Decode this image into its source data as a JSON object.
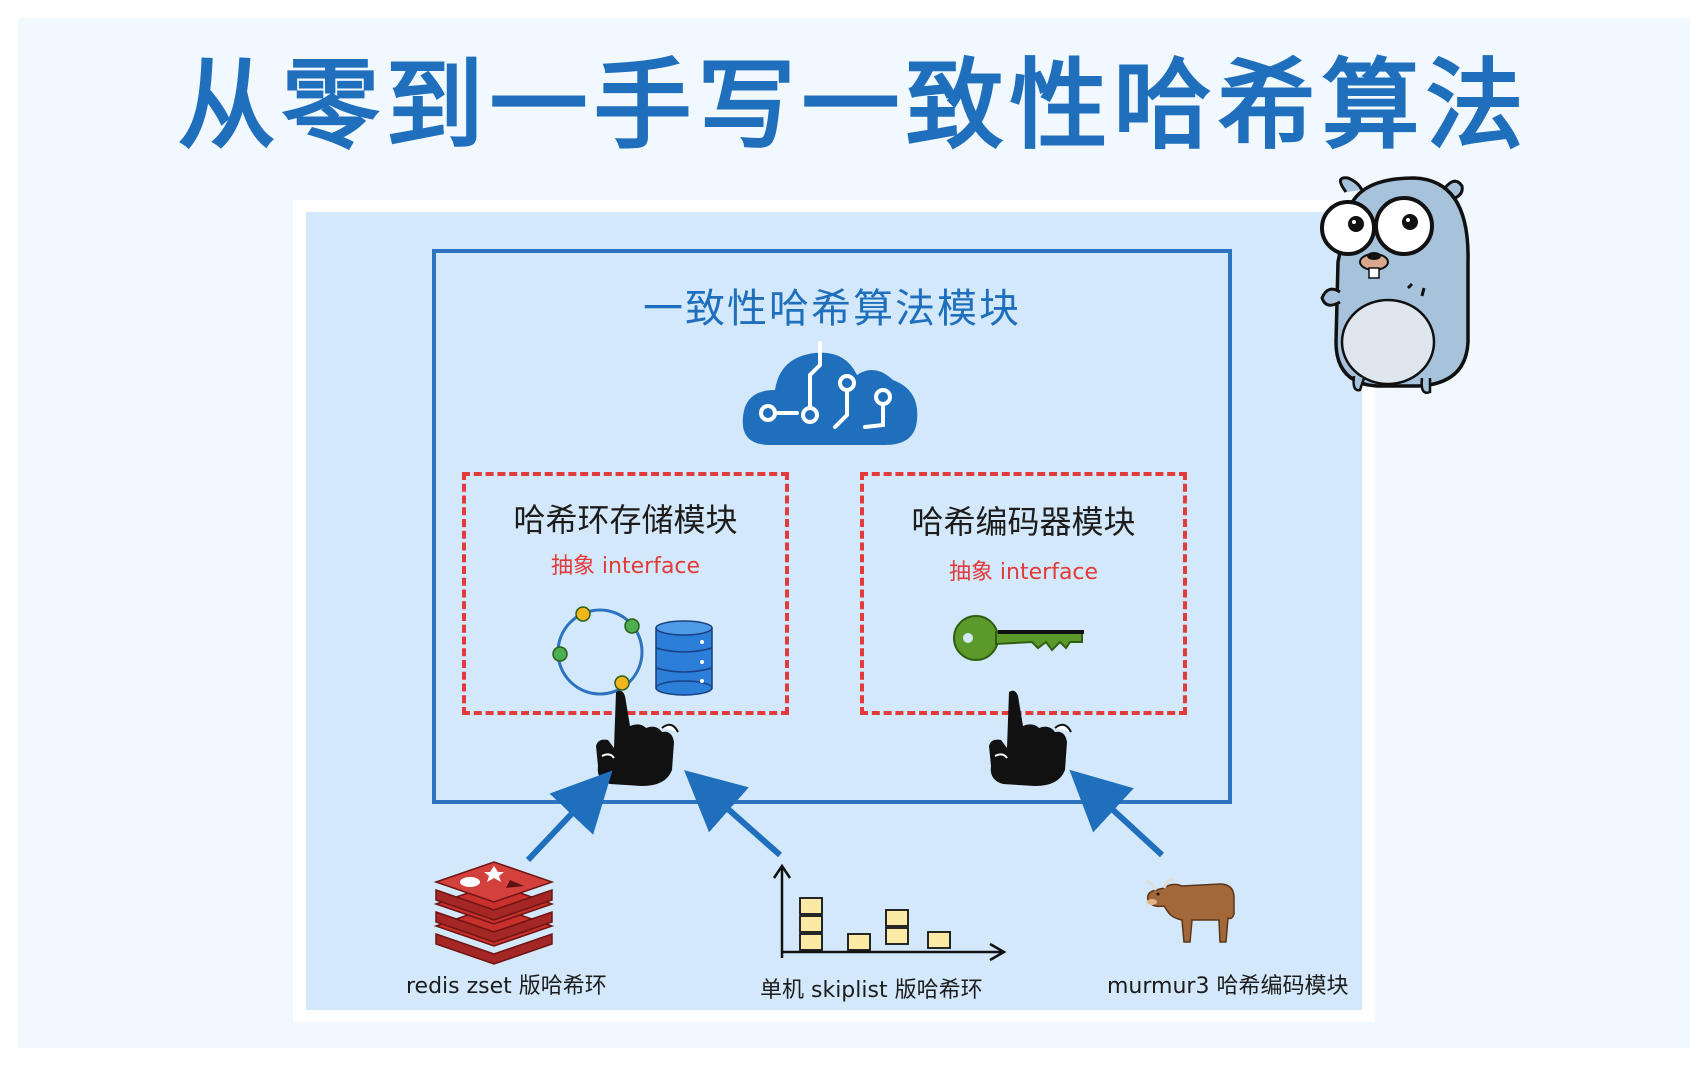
{
  "page": {
    "title": "从零到一手写一致性哈希算法"
  },
  "module": {
    "title": "一致性哈希算法模块"
  },
  "left_module": {
    "title": "哈希环存储模块",
    "note": "抽象 interface"
  },
  "right_module": {
    "title": "哈希编码器模块",
    "note": "抽象 interface"
  },
  "implementations": {
    "redis": "redis zset 版哈希环",
    "skiplist": "单机 skiplist 版哈希环",
    "murmur": "murmur3 哈希编码模块"
  },
  "colors": {
    "title_blue": "#1f6fbd",
    "canvas_blue": "#d3e8fa",
    "frame_blue": "#2d73c0",
    "dashed_red": "#e23b3b",
    "key_green": "#5b9a2a",
    "redis_red": "#c8302c"
  },
  "icons": [
    "cloud-circuit-icon",
    "hash-ring-icon",
    "database-icon",
    "key-icon",
    "pointing-hand-icon",
    "redis-icon",
    "skiplist-chart-icon",
    "cow-icon",
    "gopher-mascot-icon"
  ]
}
